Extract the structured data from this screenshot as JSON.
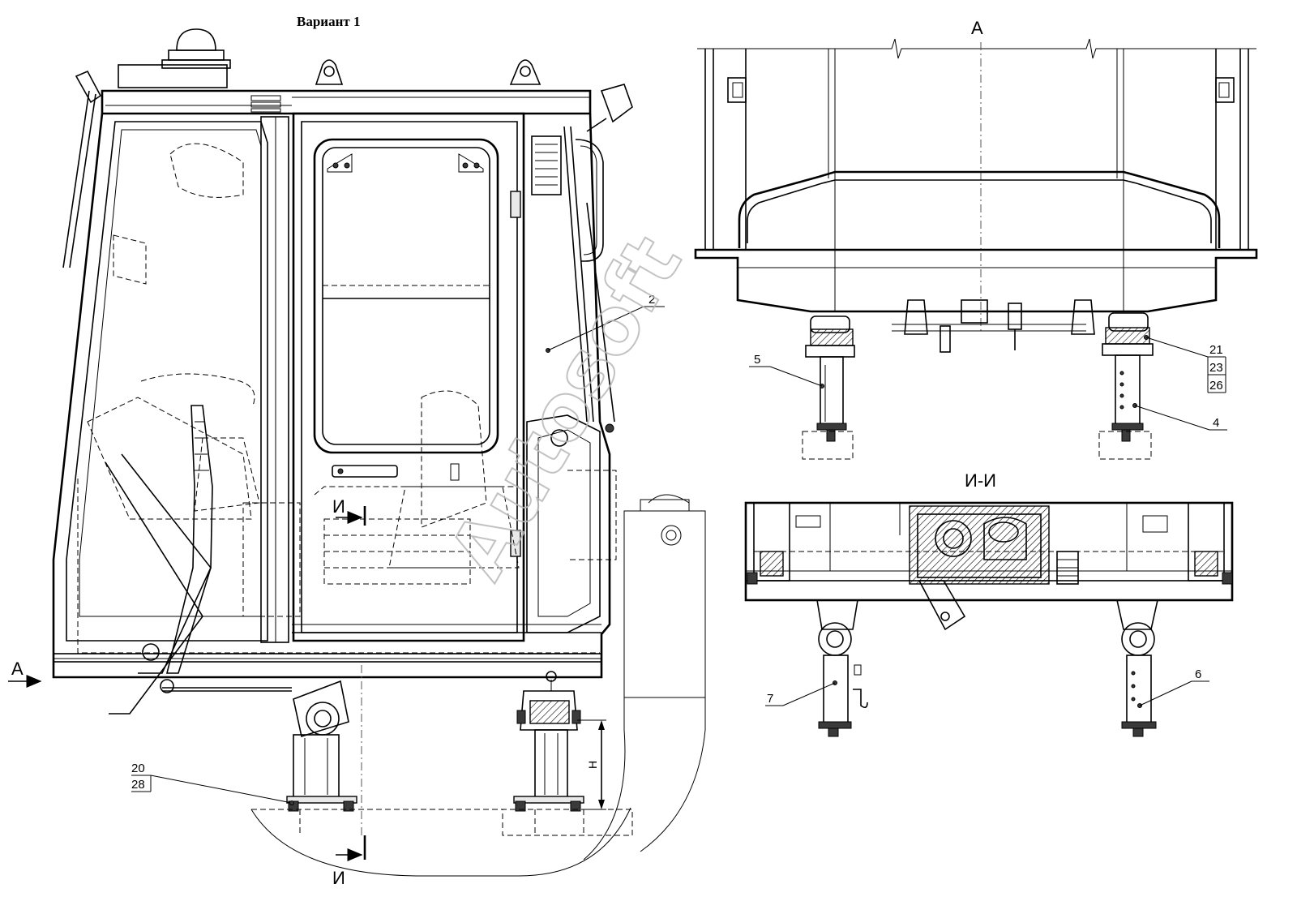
{
  "title": "Вариант 1",
  "view_labels": {
    "arrow_a_left": "А",
    "view_a_title": "А",
    "section_ii_title": "И-И",
    "section_mark_upper": "И",
    "section_mark_lower": "И"
  },
  "dimension": {
    "height_label": "Н"
  },
  "callouts": {
    "c2": "2",
    "c5": "5",
    "c21": "21",
    "c23": "23",
    "c26": "26",
    "c4": "4",
    "c7": "7",
    "c6": "6",
    "c20": "20",
    "c28": "28"
  },
  "watermark": {
    "text": "Autosoft"
  }
}
